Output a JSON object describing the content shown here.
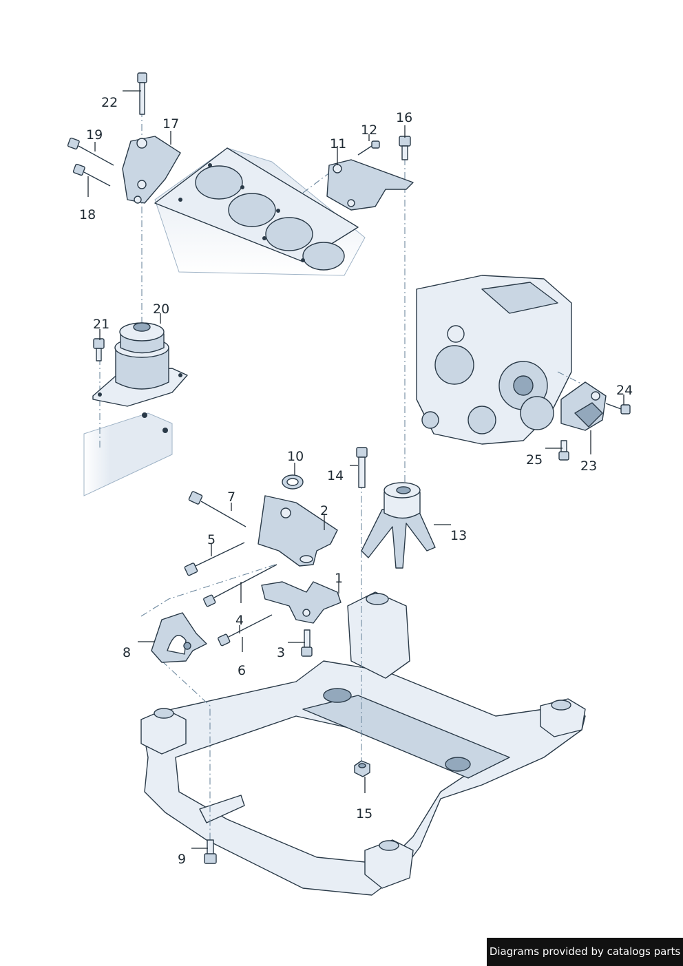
{
  "credit": "Diagrams provided by catalogs parts",
  "callouts": [
    {
      "id": "1",
      "label": "1"
    },
    {
      "id": "2",
      "label": "2"
    },
    {
      "id": "3",
      "label": "3"
    },
    {
      "id": "4",
      "label": "4"
    },
    {
      "id": "5",
      "label": "5"
    },
    {
      "id": "6",
      "label": "6"
    },
    {
      "id": "7",
      "label": "7"
    },
    {
      "id": "8",
      "label": "8"
    },
    {
      "id": "9",
      "label": "9"
    },
    {
      "id": "10",
      "label": "10"
    },
    {
      "id": "11",
      "label": "11"
    },
    {
      "id": "12",
      "label": "12"
    },
    {
      "id": "13",
      "label": "13"
    },
    {
      "id": "14",
      "label": "14"
    },
    {
      "id": "15",
      "label": "15"
    },
    {
      "id": "16",
      "label": "16"
    },
    {
      "id": "17",
      "label": "17"
    },
    {
      "id": "18",
      "label": "18"
    },
    {
      "id": "19",
      "label": "19"
    },
    {
      "id": "20",
      "label": "20"
    },
    {
      "id": "21",
      "label": "21"
    },
    {
      "id": "22",
      "label": "22"
    },
    {
      "id": "23",
      "label": "23"
    },
    {
      "id": "24",
      "label": "24"
    },
    {
      "id": "25",
      "label": "25"
    }
  ]
}
